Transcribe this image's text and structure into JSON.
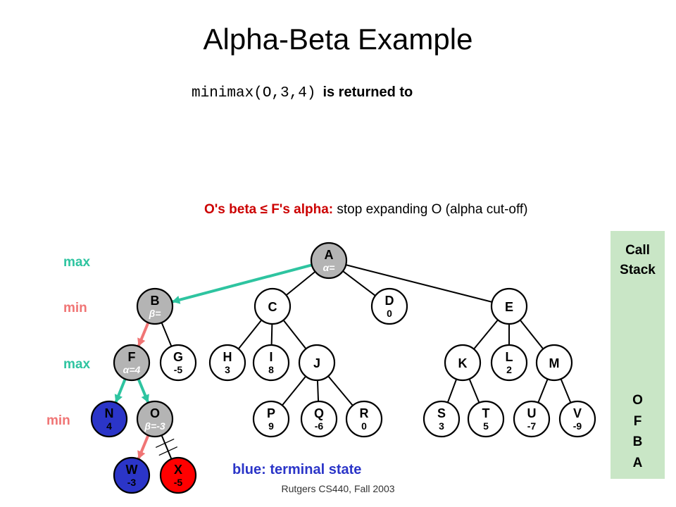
{
  "title": "Alpha-Beta Example",
  "subtitle": {
    "code": "minimax(O,3,4)",
    "text": "is returned to"
  },
  "cutoff": {
    "highlight": "O's beta ≤ F's alpha:",
    "text": "stop expanding O (alpha cut-off)"
  },
  "levels": [
    {
      "id": "l1",
      "label": "max",
      "kind": "max"
    },
    {
      "id": "l2",
      "label": "min",
      "kind": "min"
    },
    {
      "id": "l3",
      "label": "max",
      "kind": "max"
    },
    {
      "id": "l4",
      "label": "min",
      "kind": "min"
    }
  ],
  "legend": "blue: terminal state",
  "footer": "Rutgers CS440, Fall 2003",
  "call_stack": {
    "title_line1": "Call",
    "title_line2": "Stack",
    "items": [
      "O",
      "F",
      "B",
      "A"
    ]
  },
  "colors": {
    "terminal": "#2b35c8",
    "current": "#ff0000",
    "visited": "#b4b4b4",
    "unvisited": "#ffffff",
    "max_edge": "#2ec4a0",
    "min_edge": "#f07575",
    "alpha_text": "#ffffff"
  },
  "nodes": [
    {
      "id": "A",
      "label": "A",
      "sub": "α=",
      "state": "visited",
      "sub_italic": true
    },
    {
      "id": "B",
      "label": "B",
      "sub": "β=",
      "state": "visited",
      "sub_italic": true
    },
    {
      "id": "C",
      "label": "C",
      "sub": "",
      "state": "unvisited"
    },
    {
      "id": "D",
      "label": "D",
      "sub": "0",
      "state": "unvisited"
    },
    {
      "id": "E",
      "label": "E",
      "sub": "",
      "state": "unvisited"
    },
    {
      "id": "F",
      "label": "F",
      "sub": "α=4",
      "state": "visited",
      "sub_italic": true
    },
    {
      "id": "G",
      "label": "G",
      "sub": "-5",
      "state": "unvisited"
    },
    {
      "id": "H",
      "label": "H",
      "sub": "3",
      "state": "unvisited"
    },
    {
      "id": "I",
      "label": "I",
      "sub": "8",
      "state": "unvisited"
    },
    {
      "id": "J",
      "label": "J",
      "sub": "",
      "state": "unvisited"
    },
    {
      "id": "K",
      "label": "K",
      "sub": "",
      "state": "unvisited"
    },
    {
      "id": "L",
      "label": "L",
      "sub": "2",
      "state": "unvisited"
    },
    {
      "id": "M",
      "label": "M",
      "sub": "",
      "state": "unvisited"
    },
    {
      "id": "N",
      "label": "N",
      "sub": "4",
      "state": "terminal"
    },
    {
      "id": "O",
      "label": "O",
      "sub": "β=-3",
      "state": "visited",
      "sub_italic": true
    },
    {
      "id": "P",
      "label": "P",
      "sub": "9",
      "state": "unvisited"
    },
    {
      "id": "Q",
      "label": "Q",
      "sub": "-6",
      "state": "unvisited"
    },
    {
      "id": "R",
      "label": "R",
      "sub": "0",
      "state": "unvisited"
    },
    {
      "id": "S",
      "label": "S",
      "sub": "3",
      "state": "unvisited"
    },
    {
      "id": "T",
      "label": "T",
      "sub": "5",
      "state": "unvisited"
    },
    {
      "id": "U",
      "label": "U",
      "sub": "-7",
      "state": "unvisited"
    },
    {
      "id": "V",
      "label": "V",
      "sub": "-9",
      "state": "unvisited"
    },
    {
      "id": "W",
      "label": "W",
      "sub": "-3",
      "state": "terminal"
    },
    {
      "id": "X",
      "label": "X",
      "sub": "-5",
      "state": "current"
    }
  ],
  "edges": [
    {
      "from": "A",
      "to": "B",
      "kind": "max_path"
    },
    {
      "from": "A",
      "to": "C",
      "kind": "normal"
    },
    {
      "from": "A",
      "to": "D",
      "kind": "normal"
    },
    {
      "from": "A",
      "to": "E",
      "kind": "normal"
    },
    {
      "from": "B",
      "to": "F",
      "kind": "min_path"
    },
    {
      "from": "B",
      "to": "G",
      "kind": "normal"
    },
    {
      "from": "C",
      "to": "H",
      "kind": "normal"
    },
    {
      "from": "C",
      "to": "I",
      "kind": "normal"
    },
    {
      "from": "C",
      "to": "J",
      "kind": "normal"
    },
    {
      "from": "E",
      "to": "K",
      "kind": "normal"
    },
    {
      "from": "E",
      "to": "L",
      "kind": "normal"
    },
    {
      "from": "E",
      "to": "M",
      "kind": "normal"
    },
    {
      "from": "F",
      "to": "N",
      "kind": "max_path"
    },
    {
      "from": "F",
      "to": "O",
      "kind": "max_path"
    },
    {
      "from": "J",
      "to": "P",
      "kind": "normal"
    },
    {
      "from": "J",
      "to": "Q",
      "kind": "normal"
    },
    {
      "from": "J",
      "to": "R",
      "kind": "normal"
    },
    {
      "from": "K",
      "to": "S",
      "kind": "normal"
    },
    {
      "from": "K",
      "to": "T",
      "kind": "normal"
    },
    {
      "from": "M",
      "to": "U",
      "kind": "normal"
    },
    {
      "from": "M",
      "to": "V",
      "kind": "normal"
    },
    {
      "from": "O",
      "to": "W",
      "kind": "min_path"
    },
    {
      "from": "O",
      "to": "X",
      "kind": "pruned"
    }
  ]
}
